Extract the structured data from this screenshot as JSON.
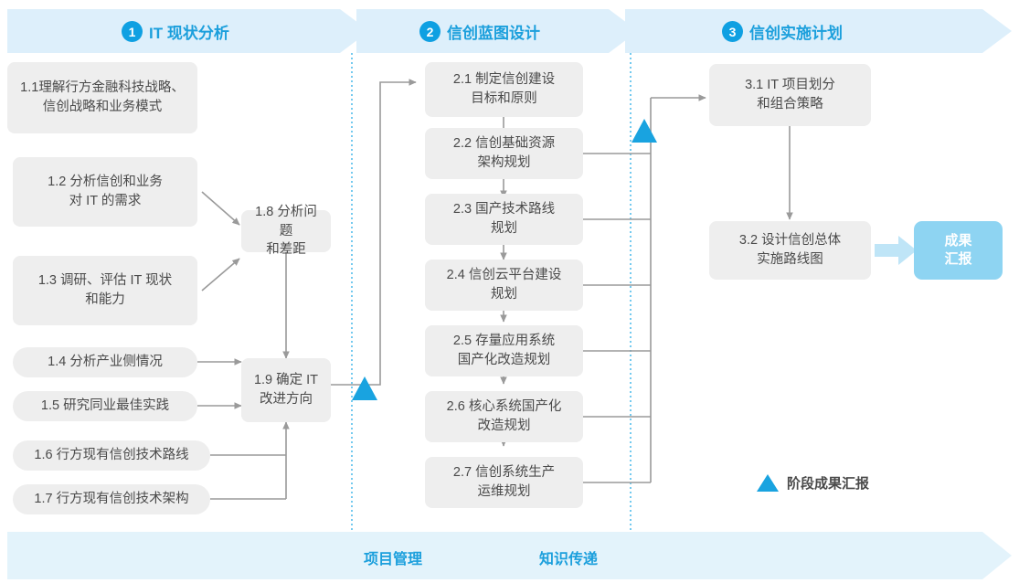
{
  "phases": [
    {
      "num": "1",
      "title": "IT 现状分析"
    },
    {
      "num": "2",
      "title": "信创蓝图设计"
    },
    {
      "num": "3",
      "title": "信创实施计划"
    }
  ],
  "phase1_tasks": [
    {
      "id": "1.1",
      "text": "1.1理解行方金融科技战略、\n信创战略和业务模式"
    },
    {
      "id": "1.2",
      "text": "1.2 分析信创和业务\n对 IT 的需求"
    },
    {
      "id": "1.3",
      "text": "1.3 调研、评估 IT 现状\n和能力"
    },
    {
      "id": "1.4",
      "text": "1.4 分析产业侧情况"
    },
    {
      "id": "1.5",
      "text": "1.5 研究同业最佳实践"
    },
    {
      "id": "1.6",
      "text": "1.6 行方现有信创技术路线"
    },
    {
      "id": "1.7",
      "text": "1.7 行方现有信创技术架构"
    },
    {
      "id": "1.8",
      "text": "1.8 分析问题\n和差距"
    },
    {
      "id": "1.9",
      "text": "1.9 确定 IT\n改进方向"
    }
  ],
  "phase2_tasks": [
    {
      "id": "2.1",
      "text": "2.1 制定信创建设\n目标和原则"
    },
    {
      "id": "2.2",
      "text": "2.2 信创基础资源\n架构规划"
    },
    {
      "id": "2.3",
      "text": "2.3 国产技术路线\n规划"
    },
    {
      "id": "2.4",
      "text": "2.4 信创云平台建设\n规划"
    },
    {
      "id": "2.5",
      "text": "2.5 存量应用系统\n国产化改造规划"
    },
    {
      "id": "2.6",
      "text": "2.6 核心系统国产化\n改造规划"
    },
    {
      "id": "2.7",
      "text": "2.7 信创系统生产\n运维规划"
    }
  ],
  "phase3_tasks": [
    {
      "id": "3.1",
      "text": "3.1 IT 项目划分\n和组合策略"
    },
    {
      "id": "3.2",
      "text": "3.2 设计信创总体\n实施路线图"
    }
  ],
  "outcome": {
    "text": "成果\n汇报"
  },
  "legend": {
    "text": "阶段成果汇报"
  },
  "footer": {
    "labels": [
      "项目管理",
      "知识传递"
    ]
  },
  "colors": {
    "banner_bg": "#ddeffb",
    "accent": "#0fa0e2",
    "accent_text": "#1b9fdc",
    "box_bg": "#eeeeee",
    "box_text": "#4a4a4a",
    "outcome_bg": "#8ed4f2",
    "connector": "#9a9a9a",
    "divider": "#3ab3e8",
    "footer_bg": "#e3f3fb",
    "outcome_arrow": "#bfe5f7"
  }
}
